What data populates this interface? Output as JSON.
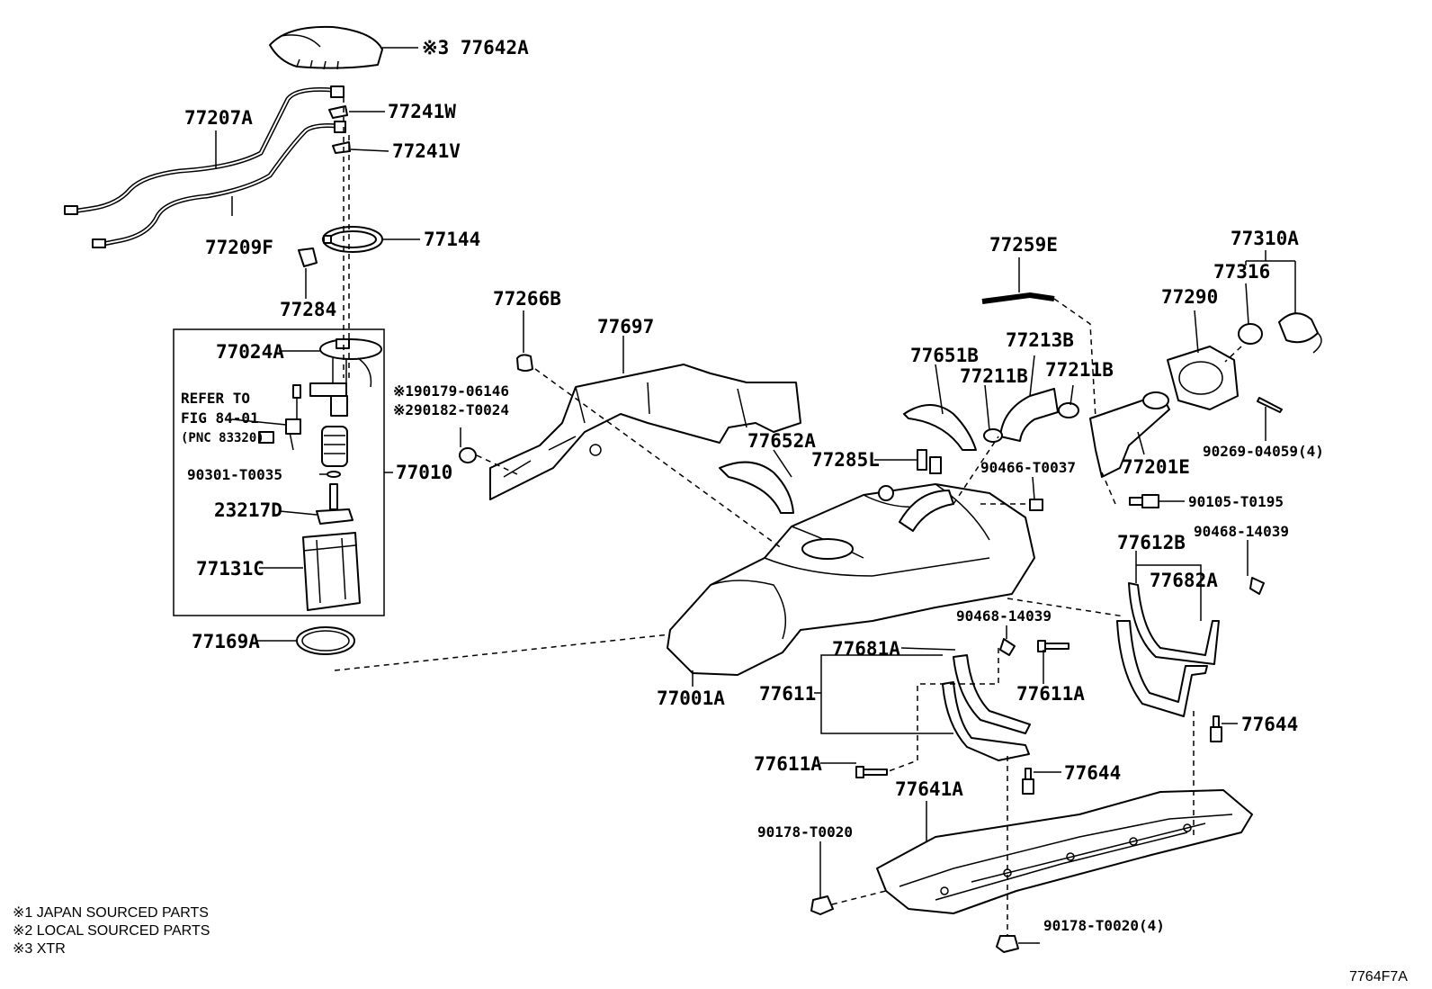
{
  "labels": {
    "p77642A": "※3 77642A",
    "p77207A": "77207A",
    "p77241W": "77241W",
    "p77241V": "77241V",
    "p77209F": "77209F",
    "p77144": "77144",
    "p77284": "77284",
    "p77024A": "77024A",
    "refer_line1": "REFER TO",
    "refer_line2": "FIG 84-01",
    "refer_line3": "(PNC 83320)",
    "p90301": "90301-T0035",
    "p77010": "77010",
    "p23217D": "23217D",
    "p77131C": "77131C",
    "p77169A": "77169A",
    "p77266B": "77266B",
    "p77697": "77697",
    "p90179": "※190179-06146",
    "p90182": "※290182-T0024",
    "p77652A": "77652A",
    "p77285L": "77285L",
    "p77651B": "77651B",
    "p77211B_a": "77211B",
    "p77213B": "77213B",
    "p77211B_b": "77211B",
    "p77259E": "77259E",
    "p90466": "90466-T0037",
    "p77201E": "77201E",
    "p77290": "77290",
    "p77316": "77316",
    "p77310A": "77310A",
    "p90269": "90269-04059(4)",
    "p90105": "90105-T0195",
    "p90468_a": "90468-14039",
    "p77612B": "77612B",
    "p77682A": "77682A",
    "p90468_b": "90468-14039",
    "p77681A": "77681A",
    "p77611": "77611",
    "p77611A_a": "77611A",
    "p77001A": "77001A",
    "p77644_a": "77644",
    "p77611A_b": "77611A",
    "p77644_b": "77644",
    "p77641A": "77641A",
    "p90178_a": "90178-T0020",
    "p90178_b": "90178-T0020(4)"
  },
  "notes": {
    "n1": "※1 JAPAN SOURCED PARTS",
    "n2": "※2 LOCAL SOURCED PARTS",
    "n3": "※3 XTR"
  },
  "figure_code": "7764F7A"
}
